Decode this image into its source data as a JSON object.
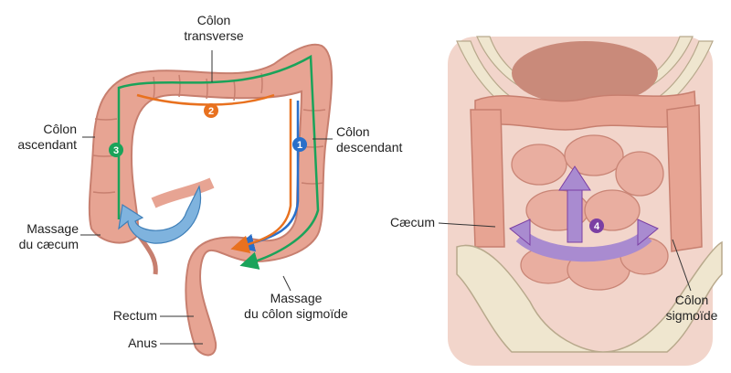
{
  "labels": {
    "colon_transverse": [
      "Côlon",
      "transverse"
    ],
    "colon_ascendant": [
      "Côlon",
      "ascendant"
    ],
    "colon_descendant": [
      "Côlon",
      "descendant"
    ],
    "massage_caecum": [
      "Massage",
      "du cæcum"
    ],
    "massage_sigmoide": [
      "Massage",
      "du côlon sigmoïde"
    ],
    "rectum": "Rectum",
    "anus": "Anus",
    "caecum": "Cæcum",
    "colon_sigmoide": [
      "Côlon",
      "sigmoïde"
    ]
  },
  "steps": [
    "1",
    "2",
    "3",
    "4"
  ],
  "colors": {
    "step1_blue": "#2a6fc9",
    "step2_orange": "#e8711f",
    "step3_green": "#1aa35a",
    "step4_purple": "#7b3fa3",
    "colon_tissue": "#e7a493",
    "colon_shadow": "#c77f6f",
    "massage_arrow_blue": "#7fb3de",
    "massage_arrow_purple": "#a98bd0",
    "leader_line": "#333333"
  }
}
